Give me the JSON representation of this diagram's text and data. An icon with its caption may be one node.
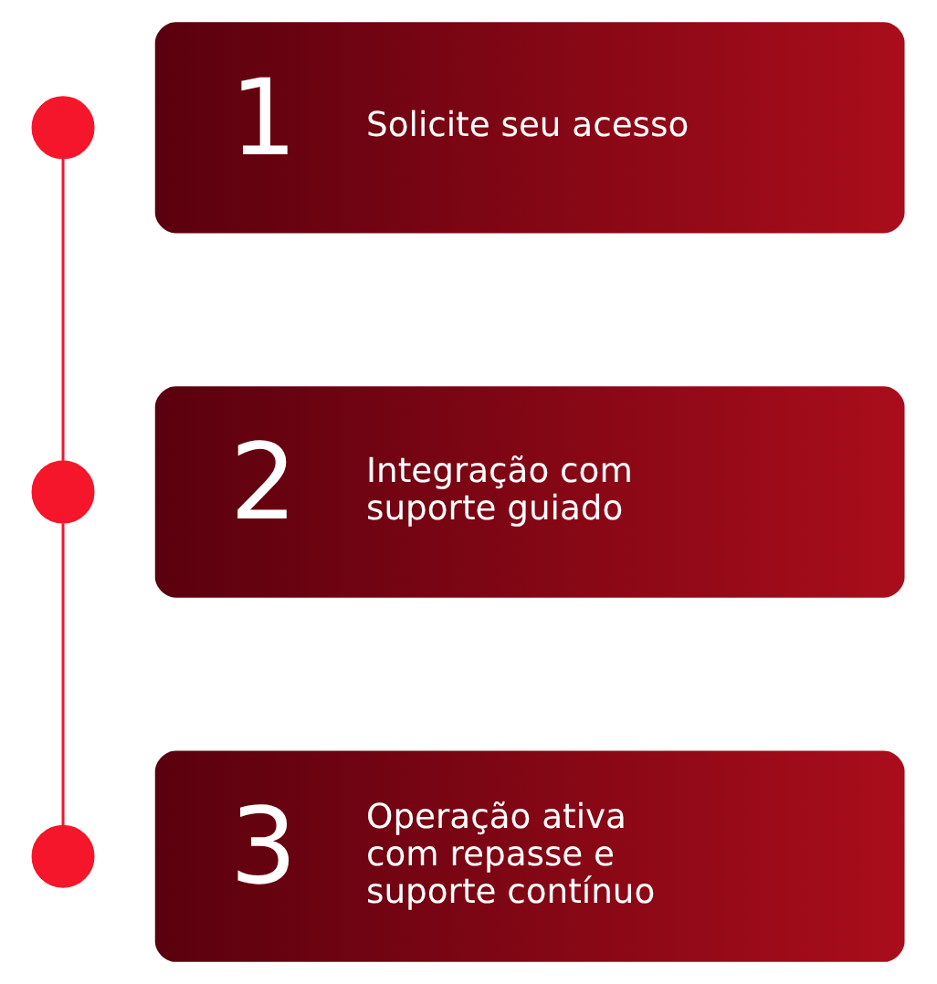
{
  "diagram": {
    "nodes": [
      {
        "text": [],
        "shape": "circle"
      },
      {
        "text": [
          "1",
          "Solicite seu acesso"
        ]
      },
      {
        "text": [],
        "shape": "circle"
      },
      {
        "text": [
          "2",
          "Integração com suporte guiado"
        ]
      },
      {
        "text": [],
        "shape": "circle"
      },
      {
        "text": [
          "3",
          "Operação ativa com repasse e suporte contínuo"
        ]
      }
    ],
    "edges": [
      {
        "from": 0,
        "to": 2,
        "arrow": "none"
      },
      {
        "from": 2,
        "to": 4,
        "arrow": "none"
      }
    ]
  }
}
